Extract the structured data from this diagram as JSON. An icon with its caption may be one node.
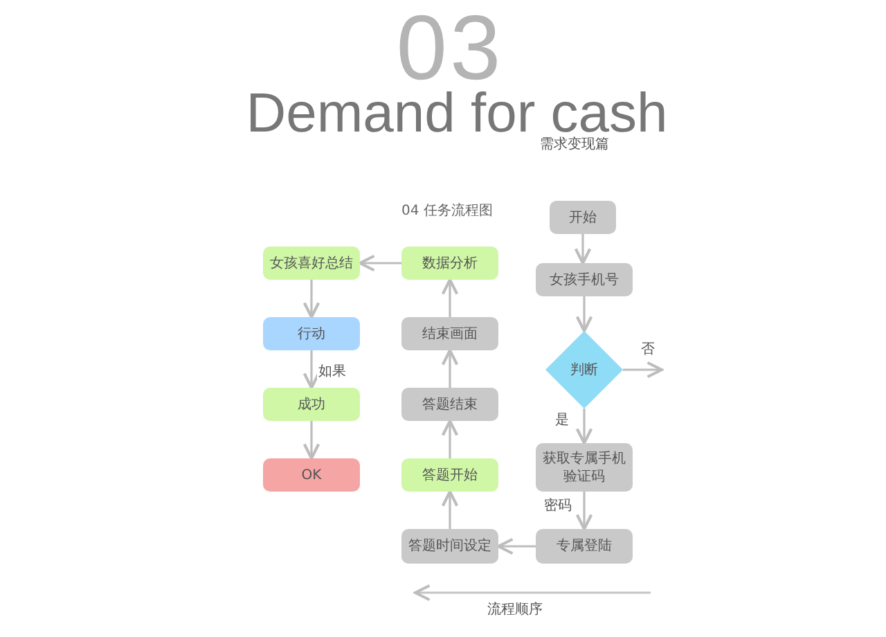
{
  "diagram": {
    "title": "Demand for cash",
    "nodes": [
      {
        "text": [
          "开始"
        ]
      },
      {
        "text": [
          "女孩手机号"
        ]
      },
      {
        "text": [
          "判断"
        ]
      },
      {
        "text": [
          "获取专属手机验证码"
        ]
      },
      {
        "text": [
          "专属登陆"
        ]
      },
      {
        "text": [
          "答题时间设定"
        ]
      },
      {
        "text": [
          "答题开始"
        ]
      },
      {
        "text": [
          "答题结束"
        ]
      },
      {
        "text": [
          "结束画面"
        ]
      },
      {
        "text": [
          "数据分析"
        ]
      },
      {
        "text": [
          "女孩喜好总结"
        ]
      },
      {
        "text": [
          "行动"
        ]
      },
      {
        "text": [
          "成功"
        ]
      },
      {
        "text": [
          "OK"
        ]
      }
    ],
    "edges": [
      {
        "from": 0,
        "to": 1,
        "arrow": "to"
      },
      {
        "from": 1,
        "to": 2,
        "arrow": "to"
      },
      {
        "from": 2,
        "to": null,
        "arrow": "to",
        "label": "否"
      },
      {
        "from": 2,
        "to": 3,
        "arrow": "to",
        "label": "是"
      },
      {
        "from": 3,
        "to": 4,
        "arrow": "to",
        "label": "密码"
      },
      {
        "from": 4,
        "to": 5,
        "arrow": "to"
      },
      {
        "from": 5,
        "to": 6,
        "arrow": "to"
      },
      {
        "from": 6,
        "to": 7,
        "arrow": "to"
      },
      {
        "from": 7,
        "to": 8,
        "arrow": "to"
      },
      {
        "from": 8,
        "to": 9,
        "arrow": "to"
      },
      {
        "from": 9,
        "to": 10,
        "arrow": "to"
      },
      {
        "from": 10,
        "to": 11,
        "arrow": "to"
      },
      {
        "from": 11,
        "to": 12,
        "arrow": "to",
        "label": "如果"
      },
      {
        "from": 12,
        "to": 13,
        "arrow": "to"
      }
    ],
    "labels": [
      "03",
      "需求变现篇",
      "04 任务流程图",
      "流程顺序"
    ]
  }
}
